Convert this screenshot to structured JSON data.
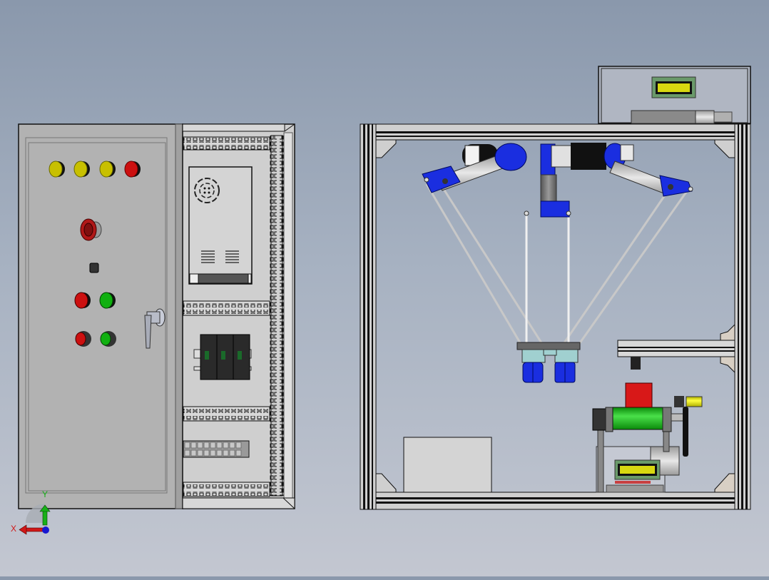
{
  "viewport": {
    "background_top": "#8a98ac",
    "background_bottom": "#c3c7d1",
    "view": "front"
  },
  "triad": {
    "x_label": "X",
    "y_label": "Y",
    "x_color": "#d01818",
    "y_color": "#18b018",
    "z_color": "#1818d0"
  },
  "assembly": {
    "control_cabinet": {
      "door_color": "#b2b2b2",
      "indicator_lights": [
        {
          "color": "#c8c000"
        },
        {
          "color": "#c8c000"
        },
        {
          "color": "#c8c000"
        },
        {
          "color": "#cc1010"
        }
      ],
      "emergency_stop": {
        "color": "#b01818"
      },
      "selector_switch": {
        "color": "#333333"
      },
      "push_buttons": [
        {
          "color": "#cc1010"
        },
        {
          "color": "#10b010"
        },
        {
          "color": "#cc1010"
        },
        {
          "color": "#10b010"
        }
      ],
      "internal": {
        "power_supply": "switching-power-supply",
        "breakers_count": 3,
        "terminal_block_count": 10
      }
    },
    "delta_robot_frame": {
      "frame_color": "#d0d0d0",
      "arm_color": "#1a2ee0",
      "link_color": "#c8c8c8",
      "top_box": {
        "lcd_color": "#d8d810"
      },
      "conveyor": {
        "belt_color": "#18c018",
        "block_color": "#d81818",
        "motor_color": "#f0f020"
      },
      "lcd_color": "#d8d810"
    }
  }
}
